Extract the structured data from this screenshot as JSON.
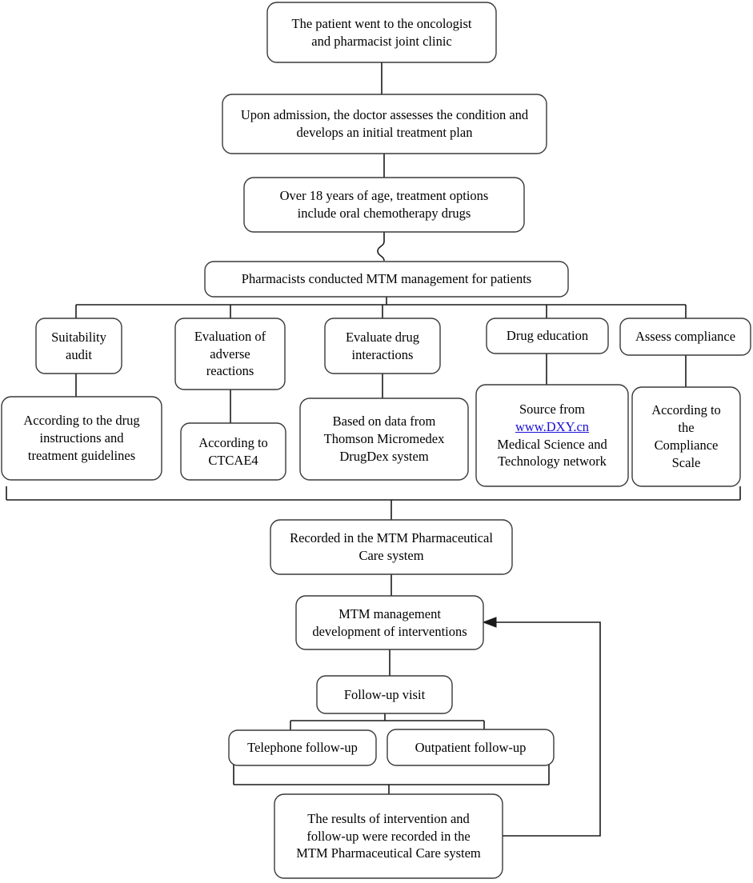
{
  "figure": {
    "type": "flowchart",
    "title": "MTM pharmaceutical care workflow for oncology outpatients",
    "orientation": "top-to-bottom",
    "style": {
      "box_shape": "rounded-rectangle",
      "box_fill": "#ffffff",
      "box_stroke": "#3a3a3a",
      "connector_stroke": "#1a1a1a",
      "text_color": "#000000",
      "link_color": "#1a0fd6"
    }
  },
  "nodes": {
    "n1": {
      "id": "n1",
      "lines": [
        "The patient went to the oncologist",
        "and pharmacist joint clinic"
      ]
    },
    "n2": {
      "id": "n2",
      "lines": [
        "Upon admission, the doctor assesses the condition and",
        "develops an initial treatment plan"
      ]
    },
    "n3": {
      "id": "n3",
      "lines": [
        "Over 18 years of age, treatment options",
        "include oral chemotherapy drugs"
      ]
    },
    "n4": {
      "id": "n4",
      "lines": [
        "Pharmacists conducted MTM management for patients"
      ]
    },
    "n5": {
      "id": "n5",
      "lines": [
        "Suitability",
        "audit"
      ]
    },
    "n6": {
      "id": "n6",
      "lines": [
        "Evaluation of",
        "adverse",
        "reactions"
      ]
    },
    "n7": {
      "id": "n7",
      "lines": [
        "Evaluate drug",
        "interactions"
      ]
    },
    "n8": {
      "id": "n8",
      "lines": [
        "Drug education"
      ]
    },
    "n9": {
      "id": "n9",
      "lines": [
        "Assess compliance"
      ]
    },
    "n10": {
      "id": "n10",
      "lines": [
        "According to the drug",
        "instructions and",
        "treatment guidelines"
      ]
    },
    "n11": {
      "id": "n11",
      "lines": [
        "According to",
        "CTCAE4"
      ]
    },
    "n12": {
      "id": "n12",
      "lines": [
        "Based on data from",
        "Thomson Micromedex",
        "DrugDex system"
      ]
    },
    "n13": {
      "id": "n13",
      "lines": [
        "Source from",
        "www.DXY.cn",
        "Medical Science and",
        "Technology network"
      ],
      "link_line_index": 1,
      "link_text": "www.DXY.cn"
    },
    "n14": {
      "id": "n14",
      "lines": [
        "According to",
        "the",
        "Compliance",
        "Scale"
      ]
    },
    "n15": {
      "id": "n15",
      "lines": [
        "Recorded in the MTM Pharmaceutical",
        "Care system"
      ]
    },
    "n16": {
      "id": "n16",
      "lines": [
        "MTM management",
        "development of interventions"
      ]
    },
    "n17": {
      "id": "n17",
      "lines": [
        "Follow-up visit"
      ]
    },
    "n18": {
      "id": "n18",
      "lines": [
        "Telephone follow-up"
      ]
    },
    "n19": {
      "id": "n19",
      "lines": [
        "Outpatient follow-up"
      ]
    },
    "n20": {
      "id": "n20",
      "lines": [
        "The results of intervention and",
        "follow-up were recorded in the",
        "MTM Pharmaceutical Care system"
      ]
    }
  },
  "edges": [
    {
      "from": "n1",
      "to": "n2",
      "style": "straight"
    },
    {
      "from": "n2",
      "to": "n3",
      "style": "straight"
    },
    {
      "from": "n3",
      "to": "n4",
      "style": "jog"
    },
    {
      "from": "n4",
      "to": "n5",
      "style": "branch"
    },
    {
      "from": "n4",
      "to": "n6",
      "style": "branch"
    },
    {
      "from": "n4",
      "to": "n7",
      "style": "branch"
    },
    {
      "from": "n4",
      "to": "n8",
      "style": "branch"
    },
    {
      "from": "n4",
      "to": "n9",
      "style": "branch"
    },
    {
      "from": "n5",
      "to": "n10",
      "style": "straight"
    },
    {
      "from": "n6",
      "to": "n11",
      "style": "straight"
    },
    {
      "from": "n7",
      "to": "n12",
      "style": "straight"
    },
    {
      "from": "n8",
      "to": "n13",
      "style": "straight"
    },
    {
      "from": "n9",
      "to": "n14",
      "style": "straight"
    },
    {
      "from": "n10",
      "to": "n15",
      "style": "merge"
    },
    {
      "from": "n11",
      "to": "n15",
      "style": "merge"
    },
    {
      "from": "n12",
      "to": "n15",
      "style": "merge"
    },
    {
      "from": "n13",
      "to": "n15",
      "style": "merge"
    },
    {
      "from": "n14",
      "to": "n15",
      "style": "merge"
    },
    {
      "from": "n15",
      "to": "n16",
      "style": "straight"
    },
    {
      "from": "n16",
      "to": "n17",
      "style": "straight"
    },
    {
      "from": "n17",
      "to": "n18",
      "style": "branch"
    },
    {
      "from": "n17",
      "to": "n19",
      "style": "branch"
    },
    {
      "from": "n18",
      "to": "n20",
      "style": "merge"
    },
    {
      "from": "n19",
      "to": "n20",
      "style": "merge"
    },
    {
      "from": "n20",
      "to": "n16",
      "style": "feedback-arrow",
      "arrowhead": true
    }
  ]
}
